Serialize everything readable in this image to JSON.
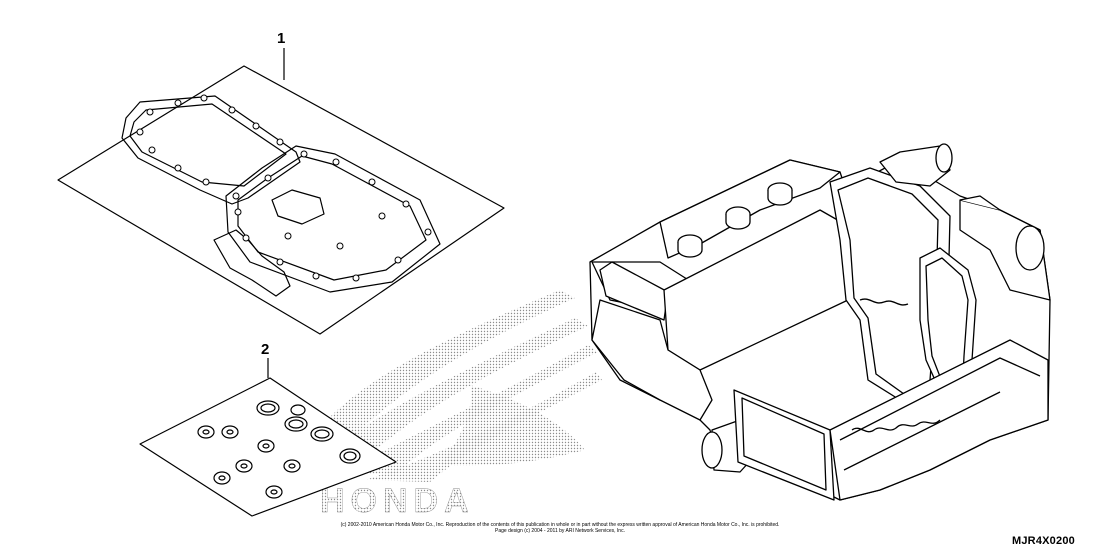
{
  "callouts": {
    "part_1": "1",
    "part_2": "2"
  },
  "watermark": {
    "brand_text": "HONDA"
  },
  "copyright": {
    "line1": "(c) 2002-2010 American Honda Motor Co., Inc. Reproduction of the contents of this publication in whole or in part without the express written approval of American Honda Motor Co., Inc. is prohibited.",
    "line2": "Page design (c) 2004 - 2011 by ARI Network Services, Inc."
  },
  "diagram_code": "MJR4X0200",
  "colors": {
    "line": "#000000",
    "background": "#ffffff",
    "watermark": "#8c8c8c"
  }
}
